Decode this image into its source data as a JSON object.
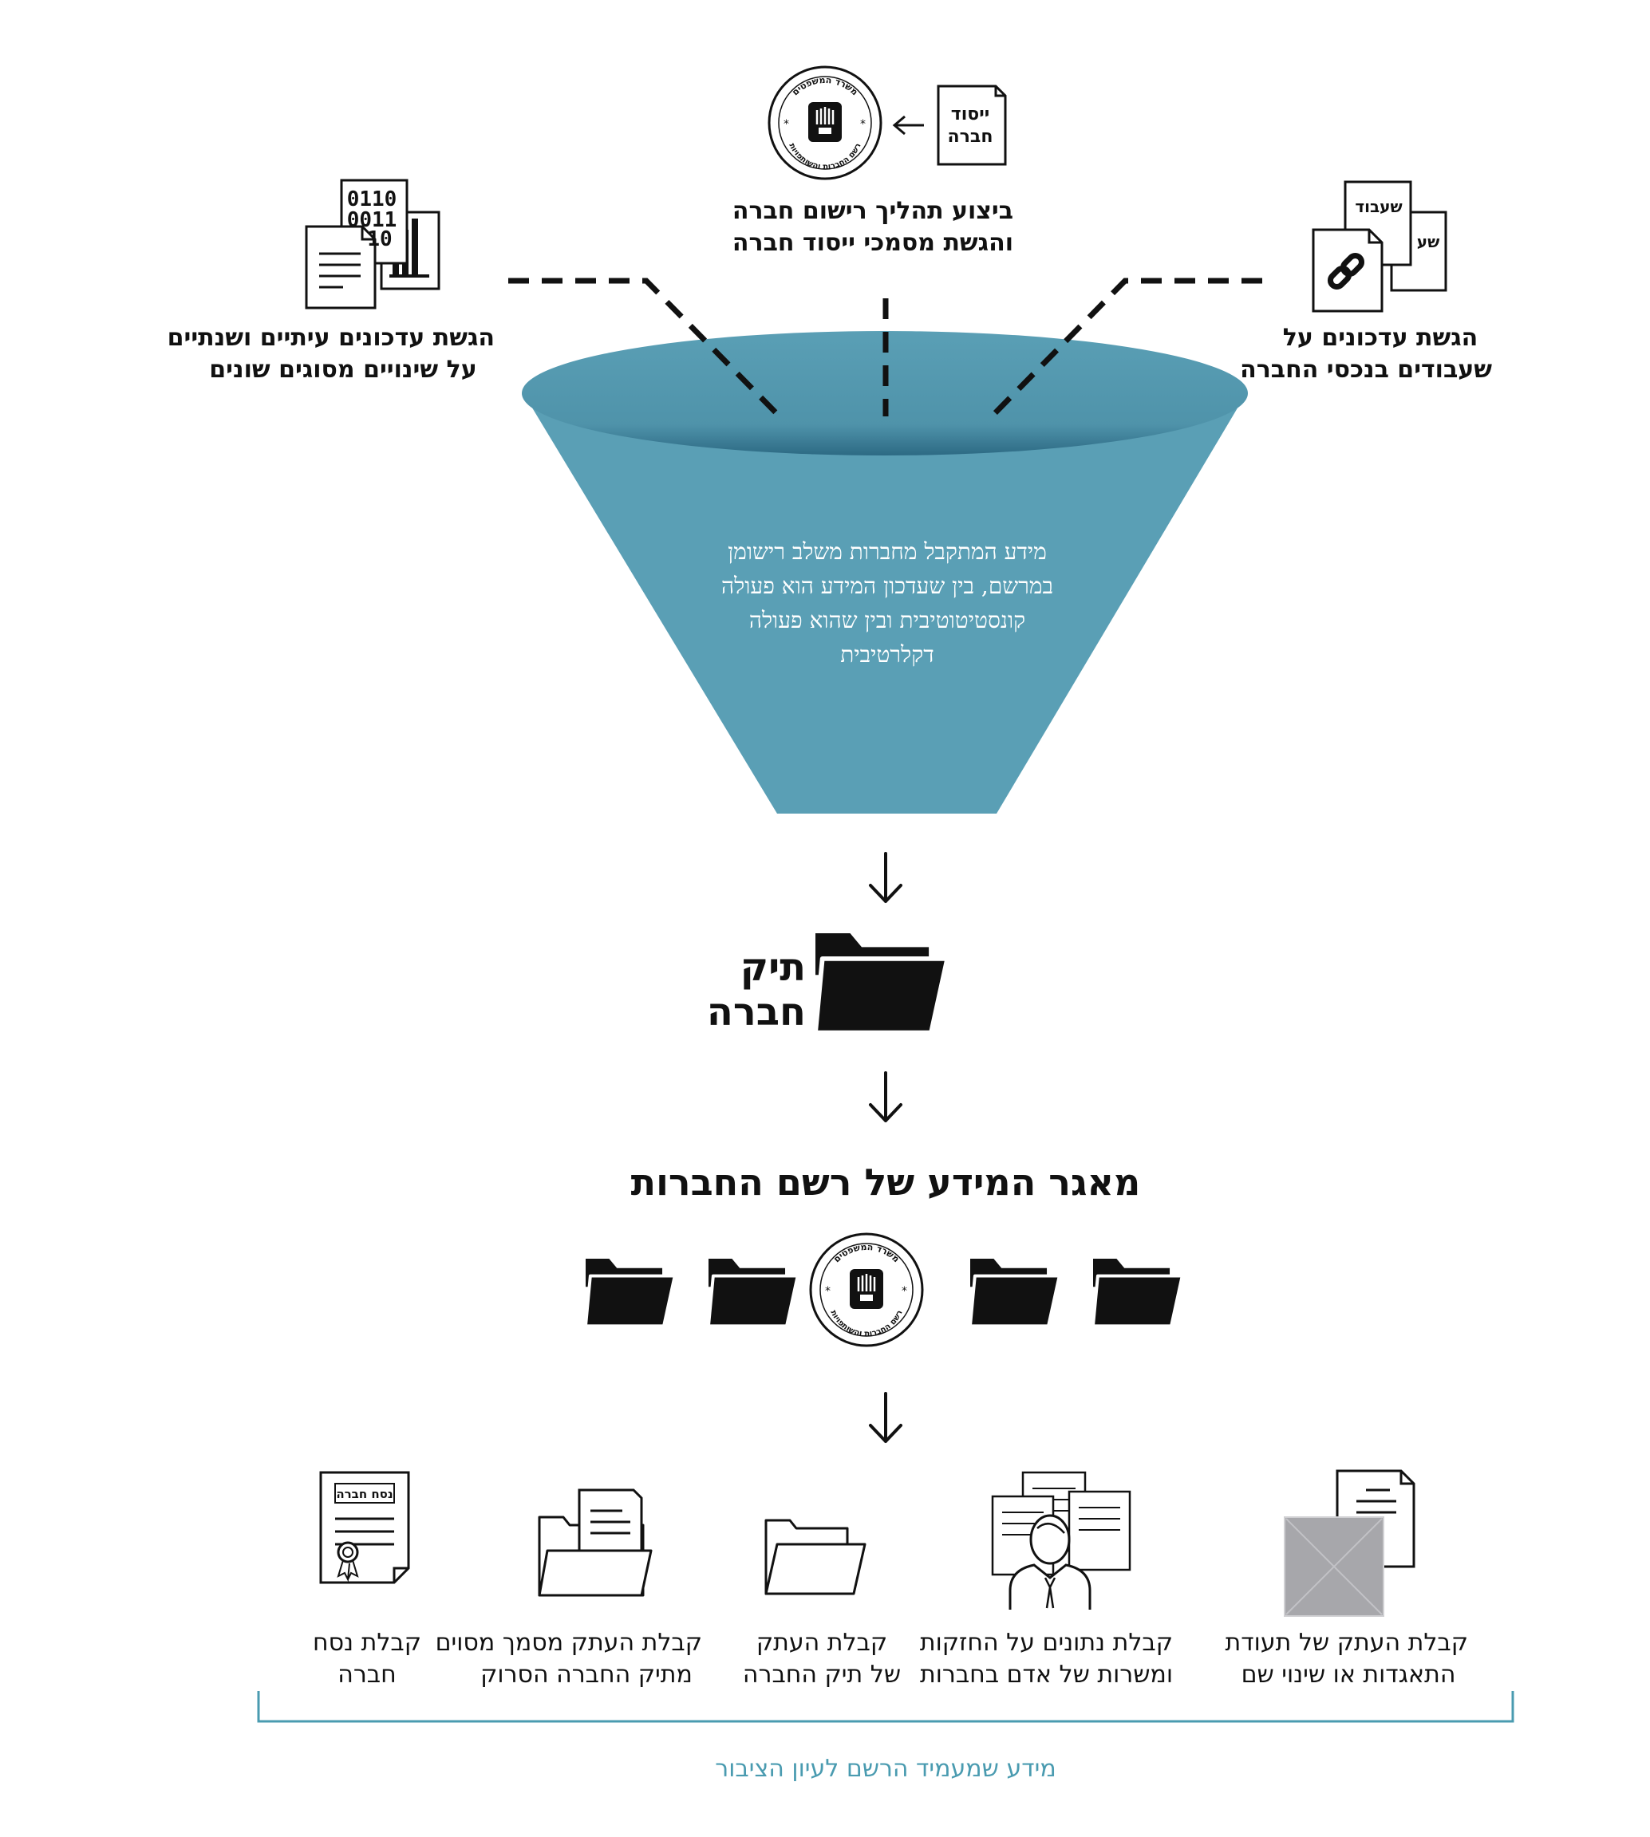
{
  "stamp": {
    "top_text": "משרד המשפטים",
    "bottom_text": "רשם החברות והשותפויות"
  },
  "top": {
    "center": {
      "doc_label": "ייסוד חברה",
      "caption_line1": "ביצוע תהליך רישום חברה",
      "caption_line2": "והגשת מסמכי ייסוד חברה"
    },
    "left": {
      "binary_text": [
        "0110",
        "0011",
        "10"
      ],
      "caption_line1": "הגשת עדכונים עיתיים ושנתיים",
      "caption_line2": "על שינויים מסוגים שונים"
    },
    "right": {
      "doc_label_back": "שעבוד",
      "doc_label_back2": "שע",
      "caption_line1": "הגשת עדכונים על",
      "caption_line2": "שעבודים בנכסי החברה"
    }
  },
  "funnel": {
    "text": "מידע המתקבל מחברות משלב רישומן במרשם, בין שעדכון המידע הוא פעולה קונסטיטוטיבית ובין שהוא פעולה דקלרטיבית",
    "color": "#5a9fb5"
  },
  "company_file": {
    "label_line1": "תיק",
    "label_line2": "חברה"
  },
  "database": {
    "title": "מאגר המידע של רשם החברות"
  },
  "services": [
    {
      "icon": "certificate-document-icon",
      "doc_title": "נסח חברה",
      "line1": "קבלת נסח",
      "line2": "חברה"
    },
    {
      "icon": "folder-with-document-icon",
      "line1": "קבלת העתק מסמך מסוים",
      "line2": "מתיק החברה הסרוק"
    },
    {
      "icon": "open-folder-icon",
      "line1": "קבלת העתק",
      "line2": "של תיק החברה"
    },
    {
      "icon": "person-documents-icon",
      "line1": "קבלת נתונים על החזקות",
      "line2": "ומשרות של אדם בחברות"
    },
    {
      "icon": "image-placeholder-document-icon",
      "line1": "קבלת העתק של תעודת",
      "line2": "התאגדות או שינוי שם"
    }
  ],
  "public_note": "מידע שמעמיד הרשם לעיון הציבור",
  "colors": {
    "accent": "#5a9fb5",
    "accent_dark": "#2f6f88",
    "bracket": "#4a9bb0",
    "ink": "#111111"
  }
}
